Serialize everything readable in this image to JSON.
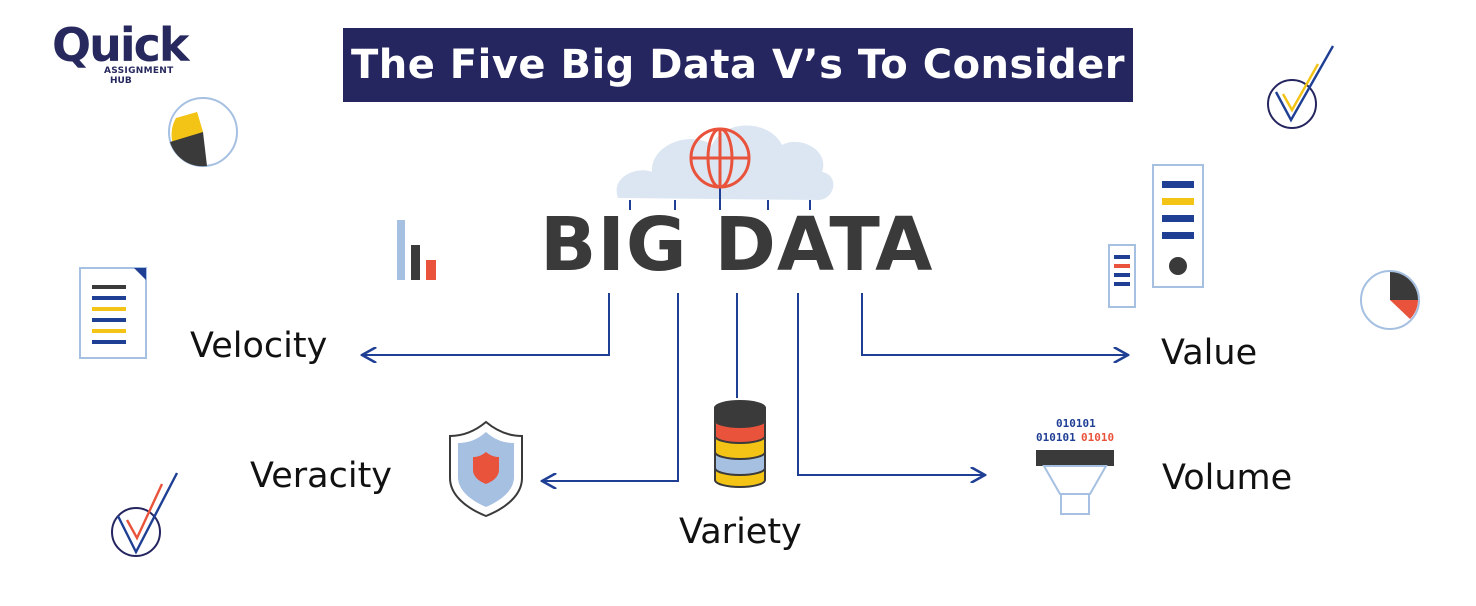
{
  "logo": {
    "name": "Quick",
    "line1": "ASSIGNMENT",
    "line2": "HUB"
  },
  "title": "The Five Big Data V’s To Consider",
  "center": "BIG DATA",
  "vs": {
    "velocity": "Velocity",
    "value": "Value",
    "veracity": "Veracity",
    "variety": "Variety",
    "volume": "Volume"
  },
  "binary": {
    "top": "010101",
    "left": "010101",
    "right": "01010"
  },
  "colors": {
    "navy": "#252660",
    "blue": "#1f3f95",
    "yellow": "#f3c316",
    "red": "#e9533b",
    "dark": "#3a3a3a",
    "light_blue": "#a6c0e2"
  },
  "icons": [
    "globe-icon",
    "cloud-icon",
    "bar-chart-icon",
    "document-icon",
    "pie-chart-icon",
    "checkmark-icon",
    "shield-icon",
    "database-icon",
    "server-icon",
    "funnel-icon"
  ]
}
